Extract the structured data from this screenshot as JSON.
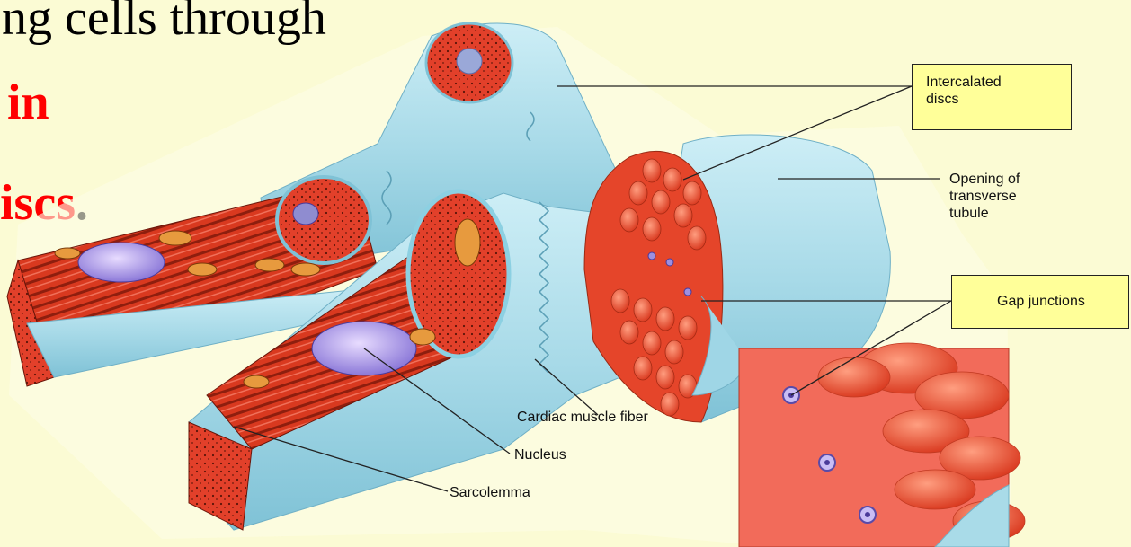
{
  "slide": {
    "line1": "ng cells through",
    "line2": "in",
    "line3": "iscs",
    "line3_punct": "."
  },
  "labels": {
    "intercalated_discs_1": "Intercalated",
    "intercalated_discs_2": "discs",
    "opening_1": "Opening of",
    "opening_2": "transverse",
    "opening_3": "tubule",
    "gap_junctions": "Gap junctions",
    "cardiac_fiber": "Cardiac muscle fiber",
    "nucleus": "Nucleus",
    "sarcolemma": "Sarcolemma"
  },
  "colors": {
    "background": "#fbfbd4",
    "highlight_text": "#ff0000",
    "label_box": "#ffff99",
    "membrane": "#a9dbe8",
    "muscle": "#e03a22"
  }
}
